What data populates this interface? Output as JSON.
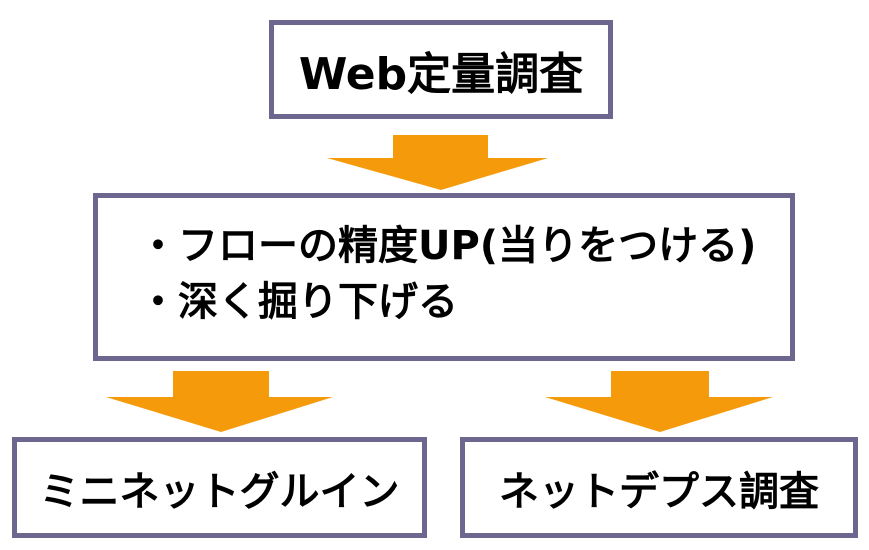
{
  "diagram": {
    "top_box": {
      "label": "Web定量調査"
    },
    "middle_box": {
      "lines": [
        "・フローの精度UP(当りをつける)",
        "・深く掘り下げる"
      ]
    },
    "bottom_left_box": {
      "label": "ミニネットグルイン"
    },
    "bottom_right_box": {
      "label": "ネットデプス調査"
    }
  },
  "colors": {
    "box_border": "#6d6790",
    "arrow_fill": "#f59a0a",
    "text": "#000000",
    "background": "#ffffff"
  }
}
